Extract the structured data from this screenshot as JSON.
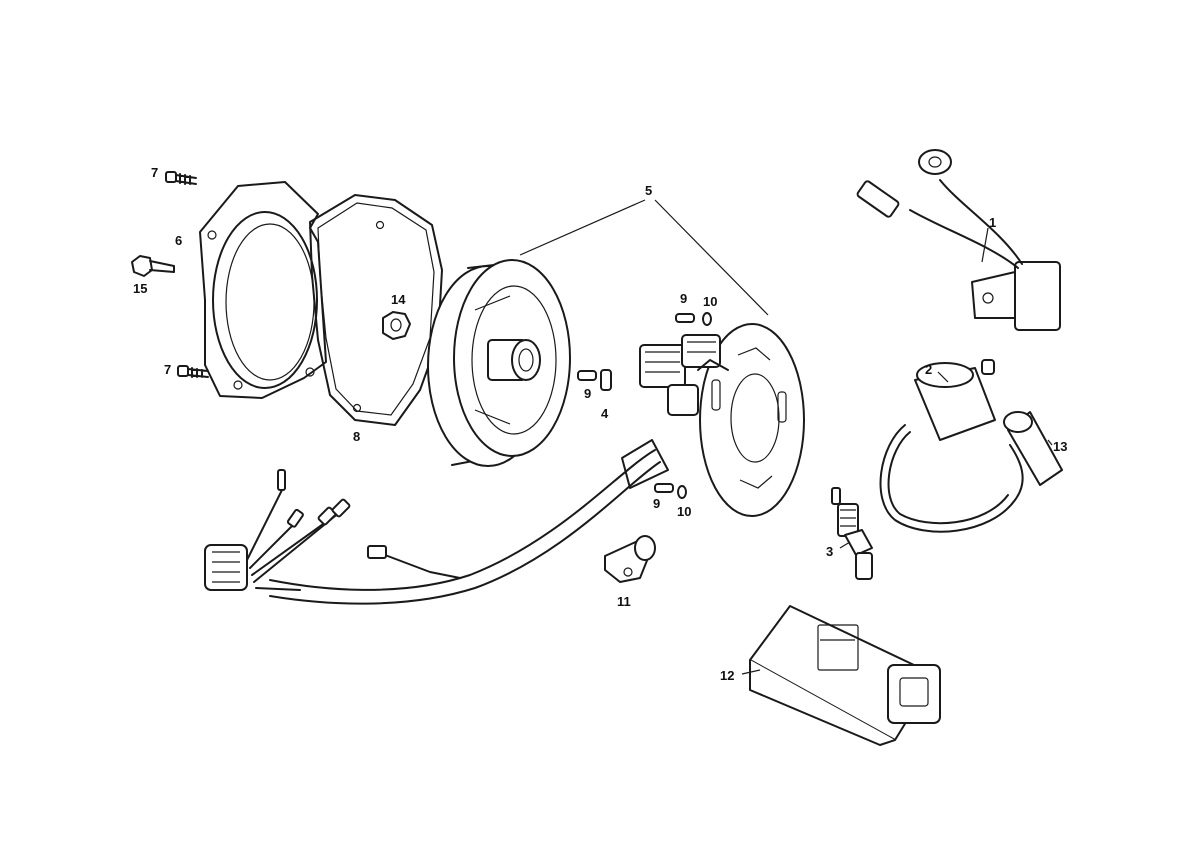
{
  "callouts": {
    "c1": "1",
    "c2": "2",
    "c3": "3",
    "c4": "4",
    "c5": "5",
    "c6": "6",
    "c7a": "7",
    "c7b": "7",
    "c8": "8",
    "c9a": "9",
    "c9b": "9",
    "c9c": "9",
    "c10a": "10",
    "c10b": "10",
    "c11": "11",
    "c12": "12",
    "c13": "13",
    "c14": "14",
    "c15": "15"
  }
}
